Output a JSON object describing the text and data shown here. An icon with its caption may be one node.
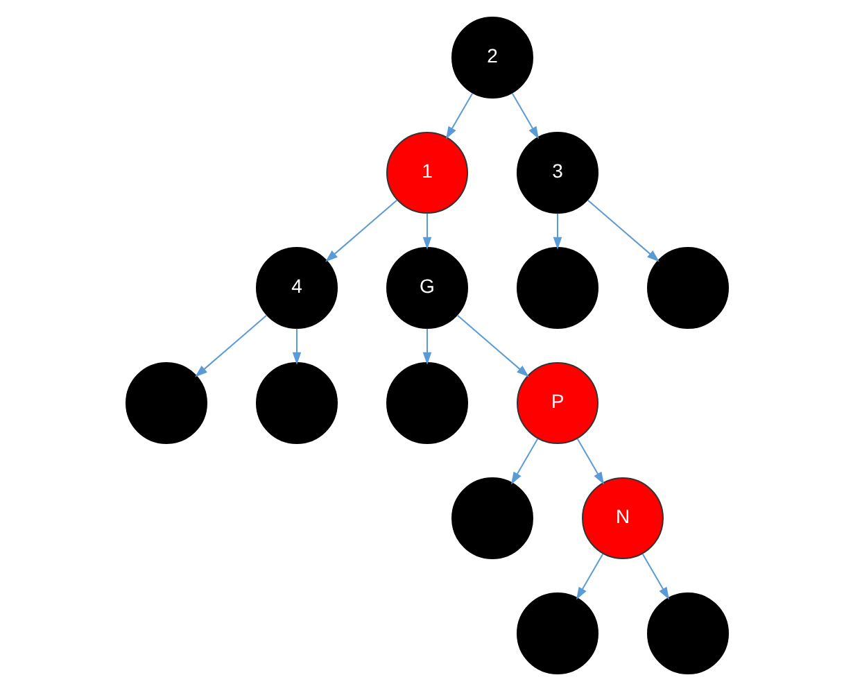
{
  "diagram": {
    "nodes": [
      {
        "text": [
          "2"
        ]
      },
      {
        "text": [
          "1"
        ]
      },
      {
        "text": [
          "3"
        ]
      },
      {
        "text": [
          "4"
        ]
      },
      {
        "text": [
          "G"
        ]
      },
      {
        "text": [],
        "shape": "circle"
      },
      {
        "text": [],
        "shape": "circle"
      },
      {
        "text": [],
        "shape": "circle"
      },
      {
        "text": [],
        "shape": "circle"
      },
      {
        "text": [],
        "shape": "circle"
      },
      {
        "text": [
          "P"
        ]
      },
      {
        "text": [],
        "shape": "circle"
      },
      {
        "text": [
          "N"
        ]
      },
      {
        "text": [],
        "shape": "circle"
      },
      {
        "text": [],
        "shape": "circle"
      }
    ],
    "edges": [
      {
        "from": 0,
        "to": 1,
        "arrow": "to"
      },
      {
        "from": 0,
        "to": 2,
        "arrow": "to"
      },
      {
        "from": 1,
        "to": 3,
        "arrow": "to"
      },
      {
        "from": 1,
        "to": 4,
        "arrow": "to"
      },
      {
        "from": 2,
        "to": 5,
        "arrow": "to"
      },
      {
        "from": 2,
        "to": 6,
        "arrow": "to"
      },
      {
        "from": 3,
        "to": 7,
        "arrow": "to"
      },
      {
        "from": 3,
        "to": 8,
        "arrow": "to"
      },
      {
        "from": 4,
        "to": 9,
        "arrow": "to"
      },
      {
        "from": 4,
        "to": 10,
        "arrow": "to"
      },
      {
        "from": 10,
        "to": 11,
        "arrow": "to"
      },
      {
        "from": 10,
        "to": 12,
        "arrow": "to"
      },
      {
        "from": 12,
        "to": 13,
        "arrow": "to"
      },
      {
        "from": 12,
        "to": 14,
        "arrow": "to"
      }
    ]
  }
}
